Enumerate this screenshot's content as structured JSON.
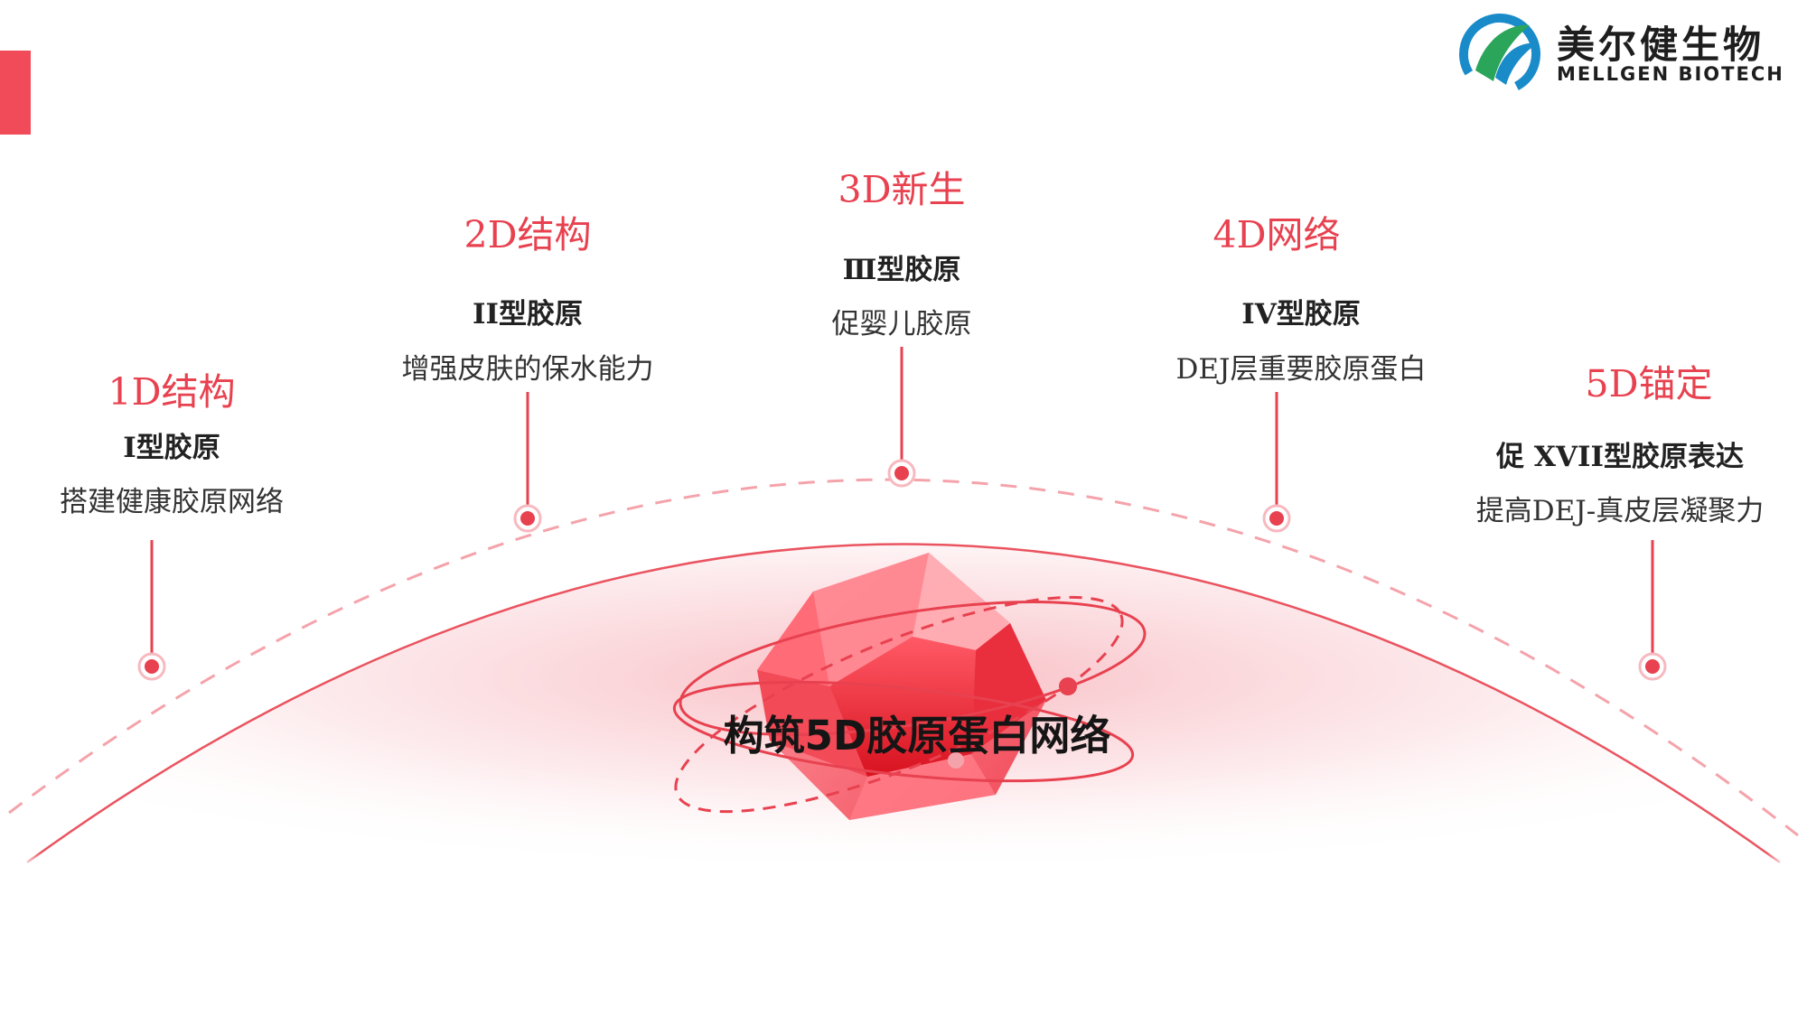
{
  "logo": {
    "name_cn": "美尔健生物",
    "name_en": "MELLGEN BIOTECH",
    "colors": {
      "blue": "#1a8bc9",
      "green": "#2aa55a"
    }
  },
  "center": {
    "title": "构筑5D胶原蛋白网络"
  },
  "stages": [
    {
      "title": "1D结构",
      "type": "I型胶原",
      "desc": "搭建健康胶原网络"
    },
    {
      "title": "2D结构",
      "type": "II型胶原",
      "desc": "增强皮肤的保水能力"
    },
    {
      "title": "3D新生",
      "type": "Ⅲ型胶原",
      "desc": "促婴儿胶原"
    },
    {
      "title": "4D网络",
      "type": "IV型胶原",
      "desc": "DEJ层重要胶原蛋白"
    },
    {
      "title": "5D锚定",
      "type": "促 XVII型胶原表达",
      "desc": "提高DEJ-真皮层凝聚力"
    }
  ],
  "colors": {
    "accent": "#e8414f",
    "tab": "#f14b5a",
    "title": "#e8414f"
  }
}
